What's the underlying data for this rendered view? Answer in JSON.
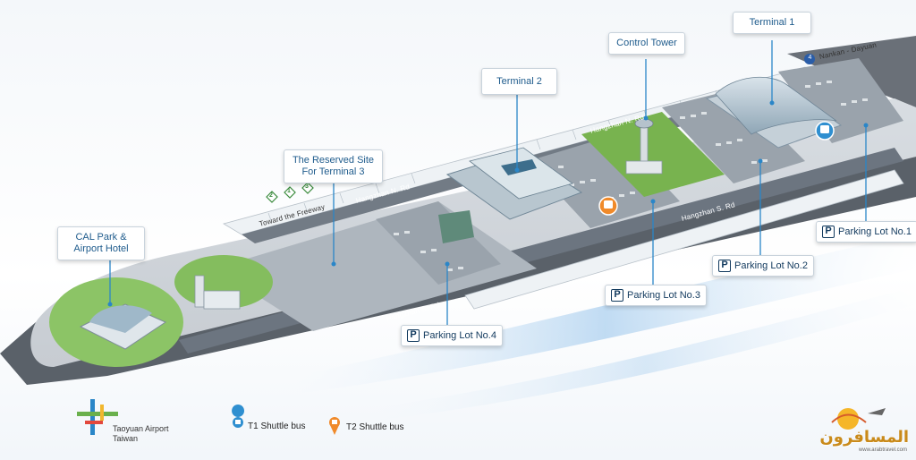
{
  "labels": {
    "terminal1": "Terminal 1",
    "control_tower": "Control Tower",
    "terminal2": "Terminal 2",
    "reserved_site_line1": "The Reserved Site",
    "reserved_site_line2": "For Terminal 3",
    "cal_park_line1": "CAL Park &",
    "cal_park_line2": "Airport Hotel",
    "parking1": "Parking Lot No.1",
    "parking2": "Parking Lot No.2",
    "parking3": "Parking Lot No.3",
    "parking4": "Parking Lot No.4",
    "parking_badge": "P"
  },
  "roads": {
    "nankan": "Nankan - Dayuan",
    "nankan_badge": "4",
    "hangzhan_n_1": "Hangzhan N. Rd",
    "hangzhan_n_2": "Hangzhan N. Rd",
    "hangzhan_s_1": "Hangzhan S. Rd",
    "hangzhan_s_2": "Hangzhan S. Rd",
    "freeway": "Toward the Freeway",
    "freeway_badges": [
      "2",
      "1",
      "3"
    ]
  },
  "legend": {
    "t1_shuttle": "T1 Shuttle bus",
    "t2_shuttle": "T2 Shuttle bus",
    "t1_marker": "T1",
    "t2_marker": "T2",
    "t1_color": "#2f8fd0",
    "t2_color": "#f08a2a"
  },
  "brand": {
    "name_line1": "Taoyuan Airport",
    "name_line2": "Taiwan"
  },
  "watermark": {
    "text": "المسافرون",
    "sub": "www.arabtravel.com"
  },
  "colors": {
    "road": "#6b7480",
    "grass": "#7fbf5a",
    "runway": "#5d646d",
    "callout_text": "#1e5b8c",
    "accent_blue": "#2a86c8"
  }
}
